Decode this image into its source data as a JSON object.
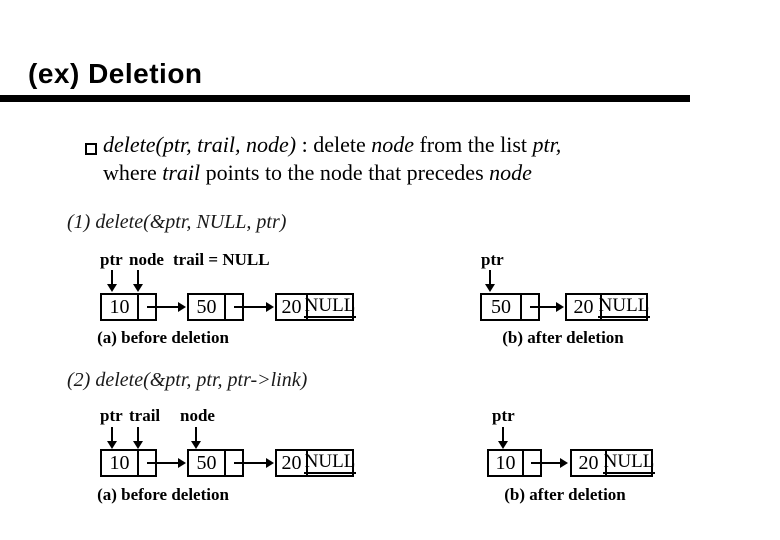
{
  "title": "(ex) Deletion",
  "bullet": {
    "line1": [
      "delete(ptr, trail, node)",
      " : delete ",
      "node",
      " from the list ",
      "ptr,"
    ],
    "line2": [
      "where ",
      "trail",
      " points to the node that precedes ",
      "node"
    ]
  },
  "sections": [
    {
      "heading": "(1) delete(&ptr, NULL, ptr)",
      "before": {
        "labels": [
          "ptr",
          "node",
          "trail = NULL"
        ],
        "nodes": [
          {
            "data": "10",
            "link": ""
          },
          {
            "data": "50",
            "link": ""
          },
          {
            "data": "20",
            "link": "NULL"
          }
        ],
        "caption": "(a) before deletion"
      },
      "after": {
        "labels": [
          "ptr"
        ],
        "nodes": [
          {
            "data": "50",
            "link": ""
          },
          {
            "data": "20",
            "link": "NULL"
          }
        ],
        "caption": "(b) after deletion"
      }
    },
    {
      "heading": "(2) delete(&ptr, ptr, ptr->link)",
      "before": {
        "labels": [
          "ptr",
          "trail",
          "node"
        ],
        "nodes": [
          {
            "data": "10",
            "link": ""
          },
          {
            "data": "50",
            "link": ""
          },
          {
            "data": "20",
            "link": "NULL"
          }
        ],
        "caption": "(a) before deletion"
      },
      "after": {
        "labels": [
          "ptr"
        ],
        "nodes": [
          {
            "data": "10",
            "link": ""
          },
          {
            "data": "20",
            "link": "NULL"
          }
        ],
        "caption": "(b) after deletion"
      }
    }
  ],
  "colors": {
    "foreground": "#000000",
    "background": "#ffffff"
  }
}
